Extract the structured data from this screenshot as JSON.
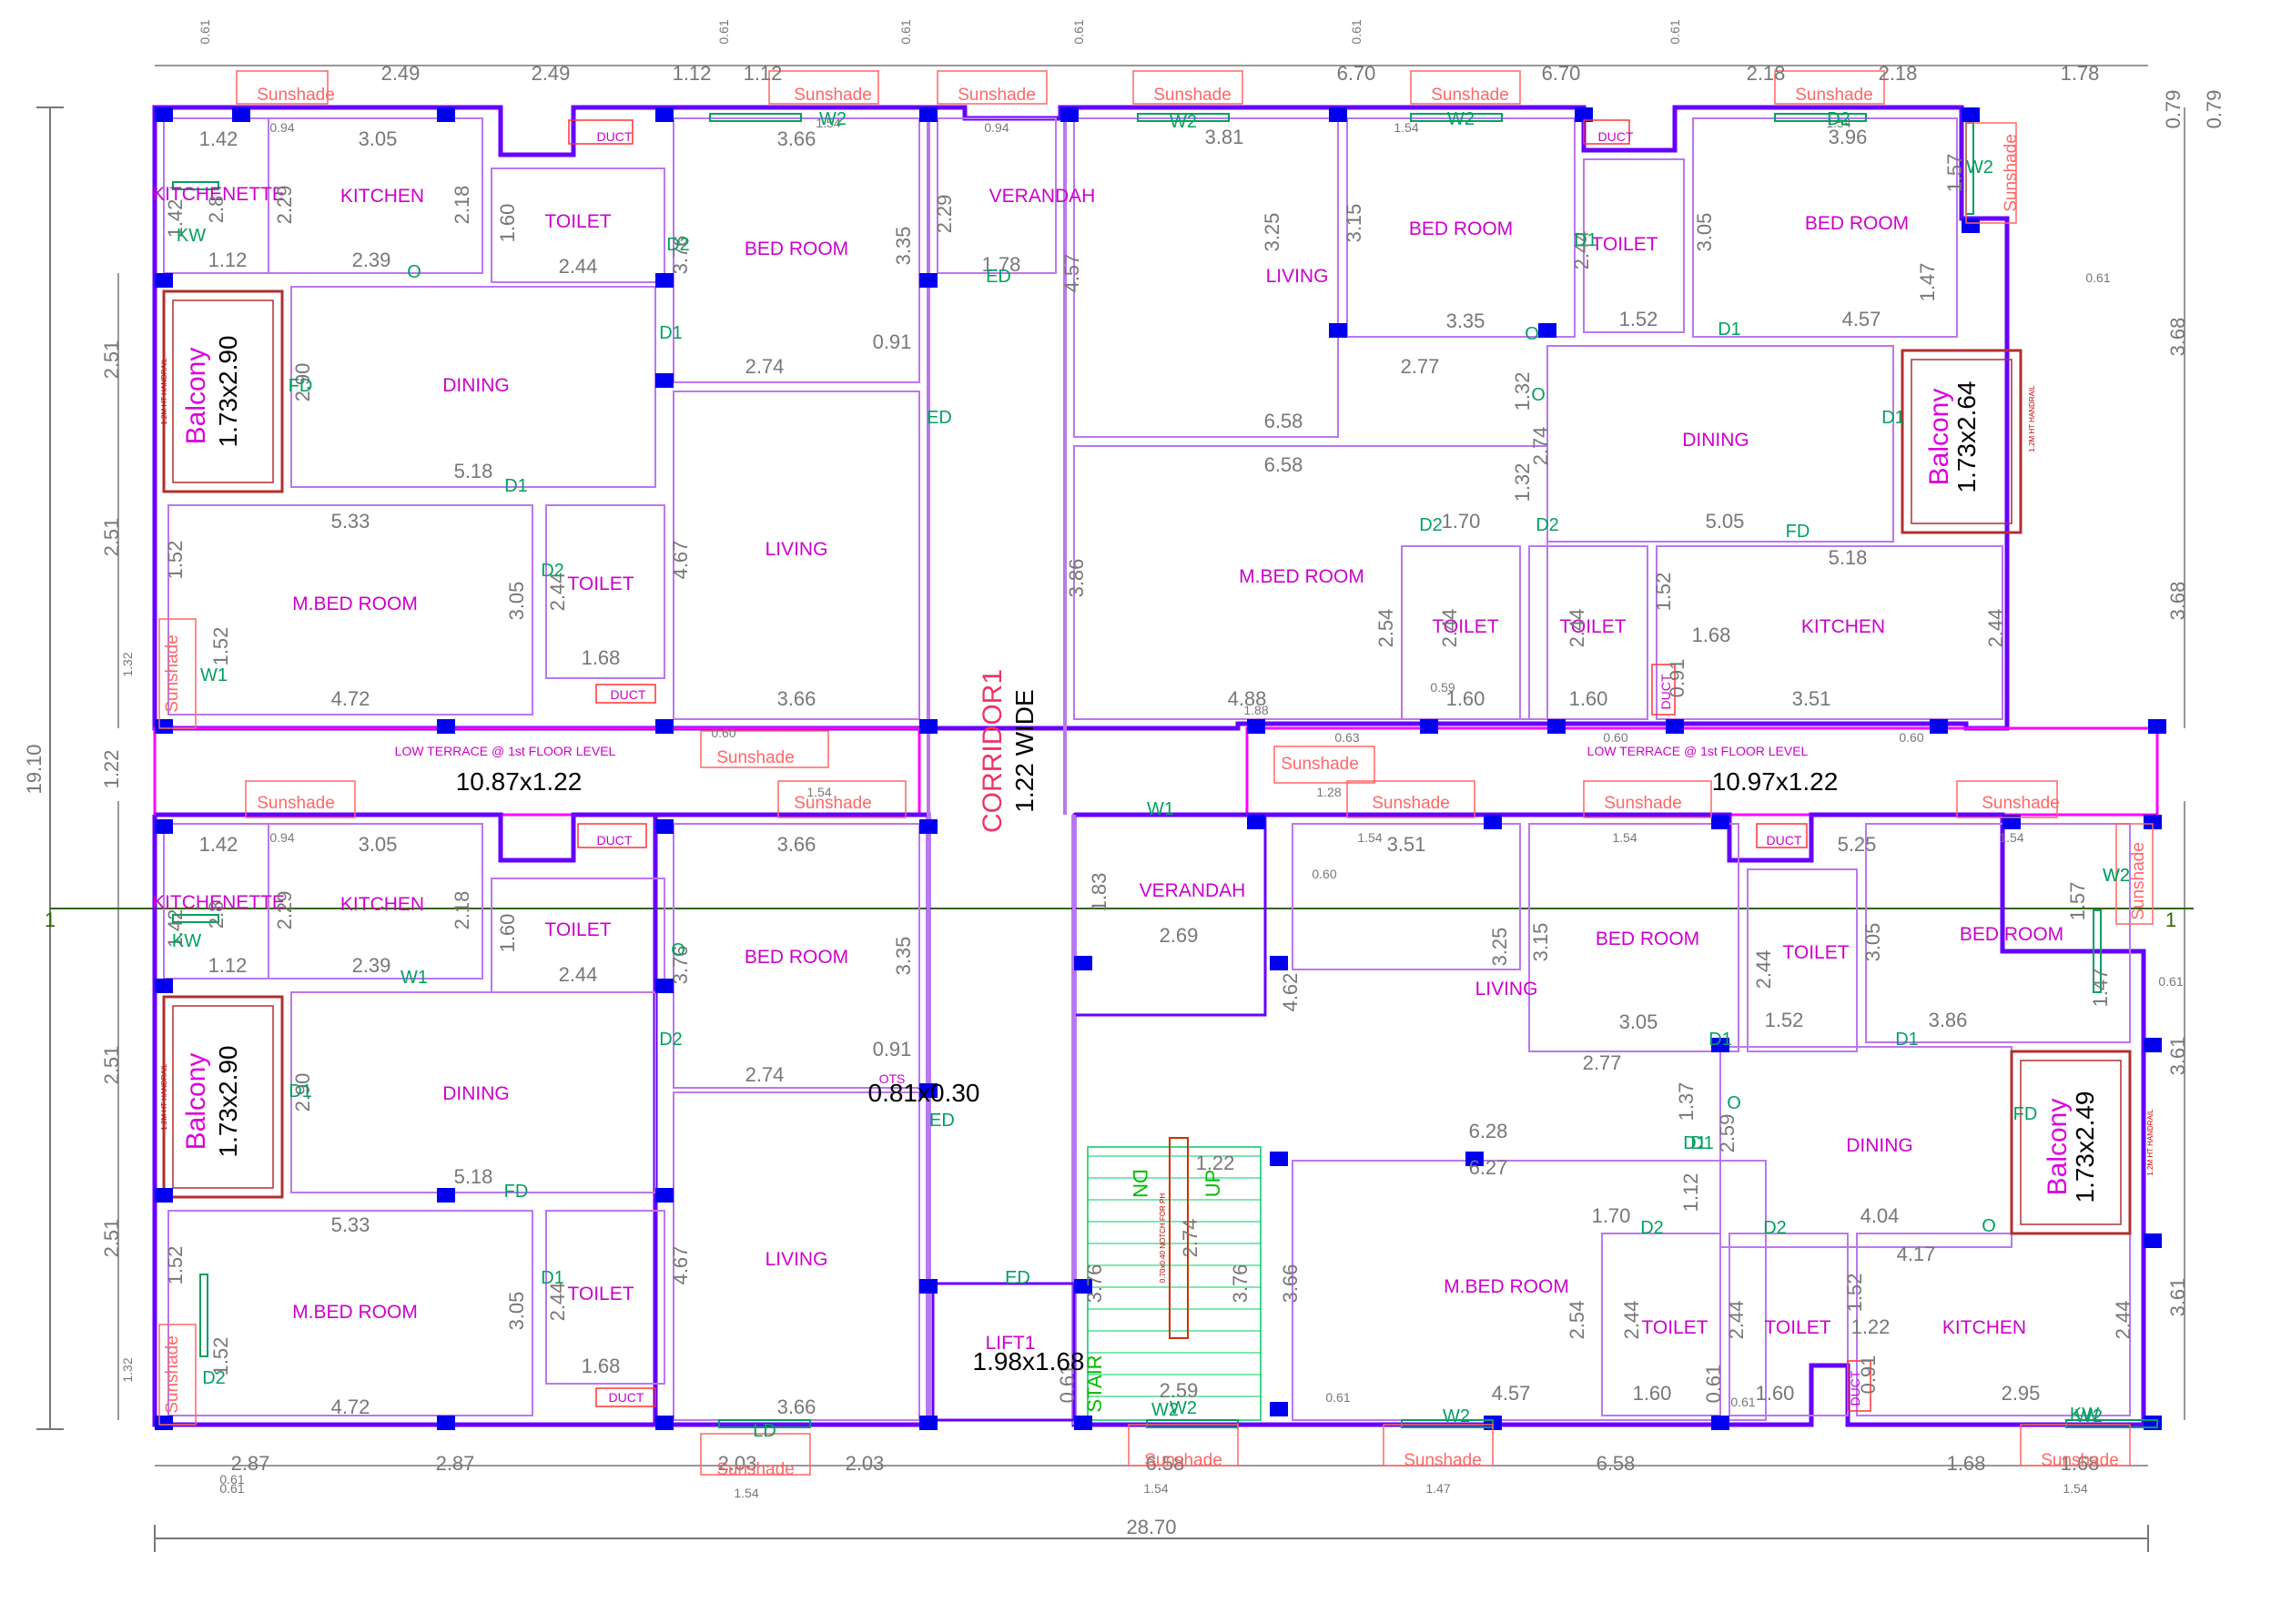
{
  "colors": {
    "outer_wall": "#6600ff",
    "inner_wall": "#bb77ee",
    "column": "#0000ee",
    "room_text": "#cc00cc",
    "dim_text": "#777777",
    "door_text": "#00a060",
    "sunshade": "#ff6666",
    "grid_line": "#336600",
    "stair": "#00cc66",
    "terrace": "#ff00ff",
    "balcony_frame": "#b03030"
  },
  "overall": {
    "height": "19.10",
    "width": "28.70",
    "grid_left": "1",
    "grid_right": "1"
  },
  "top_dims": [
    "2.49",
    "2.49",
    "1.12",
    "1.12",
    "6.70",
    "6.70",
    "2.18",
    "2.18",
    "1.78",
    "0.79",
    "0.79"
  ],
  "bottom_dims": [
    "2.87",
    "2.87",
    "2.03",
    "2.03",
    "6.58",
    "6.58",
    "1.68",
    "1.68",
    "0.61",
    "1.54",
    "1.54",
    "1.47",
    "1.54"
  ],
  "left_dims": [
    "2.51",
    "2.51",
    "1.32",
    "1.22",
    "2.51",
    "2.51",
    "1.32"
  ],
  "right_dims": [
    "3.68",
    "3.68",
    "3.61",
    "3.61",
    "0.61",
    "0.61"
  ],
  "small_marks": [
    "0.61",
    "0.61",
    "0.61",
    "0.61",
    "0.61",
    "0.61",
    "0.61",
    "0.60",
    "0.60",
    "0.63",
    "0.60",
    "0.60",
    "0.59",
    "0.94",
    "0.94",
    "0.94",
    "1.54",
    "1.54",
    "1.54",
    "1.54",
    "1.54",
    "1.54",
    "1.54",
    "1.88",
    "1.28",
    "0.61",
    "0.61"
  ],
  "rooms": [
    "KITCHENETTE",
    "KITCHEN",
    "TOILET",
    "BED ROOM",
    "VERANDAH",
    "LIVING",
    "BED ROOM",
    "TOILET",
    "BED ROOM",
    "DINING",
    "DINING",
    "M.BED ROOM",
    "TOILET",
    "LIVING",
    "M.BED ROOM",
    "TOILET",
    "TOILET",
    "KITCHEN",
    "KITCHENETTE",
    "KITCHEN",
    "TOILET",
    "BED ROOM",
    "DINING",
    "M.BED ROOM",
    "TOILET",
    "LIVING",
    "VERANDAH",
    "LIVING",
    "BED ROOM",
    "TOILET",
    "BED ROOM",
    "DINING",
    "M.BED ROOM",
    "TOILET",
    "TOILET",
    "KITCHEN",
    "LIFT1"
  ],
  "room_dims": [
    "1.42",
    "3.05",
    "2.8",
    "2.29",
    "1.42",
    "2.18",
    "1.60",
    "2.44",
    "1.12",
    "2.39",
    "3.66",
    "3.76",
    "3.35",
    "2.74",
    "0.91",
    "2.90",
    "5.18",
    "5.33",
    "1.52",
    "3.05",
    "2.44",
    "1.68",
    "1.52",
    "4.72",
    "4.67",
    "3.66",
    "2.29",
    "1.78",
    "4.57",
    "3.81",
    "3.25",
    "3.15",
    "3.35",
    "2.77",
    "2.44",
    "1.52",
    "3.96",
    "3.05",
    "1.57",
    "4.57",
    "1.47",
    "6.58",
    "6.58",
    "1.32",
    "2.74",
    "1.32",
    "1.70",
    "5.05",
    "5.18",
    "3.86",
    "2.54",
    "2.44",
    "2.44",
    "1.52",
    "1.68",
    "2.44",
    "4.88",
    "1.60",
    "1.60",
    "0.91",
    "3.51",
    "1.42",
    "3.05",
    "2.8",
    "2.29",
    "1.42",
    "2.18",
    "1.60",
    "2.44",
    "1.12",
    "2.39",
    "3.66",
    "3.76",
    "3.35",
    "2.74",
    "0.91",
    "2.90",
    "5.18",
    "5.33",
    "1.52",
    "3.05",
    "2.44",
    "1.68",
    "1.52",
    "4.72",
    "4.67",
    "3.66",
    "1.83",
    "2.69",
    "4.62",
    "3.51",
    "3.25",
    "3.15",
    "3.05",
    "2.77",
    "2.44",
    "1.52",
    "5.25",
    "3.05",
    "1.57",
    "3.86",
    "1.47",
    "6.28",
    "6.27",
    "1.37",
    "2.59",
    "1.12",
    "1.70",
    "4.04",
    "4.17",
    "3.66",
    "2.54",
    "2.44",
    "2.44",
    "1.52",
    "1.22",
    "2.44",
    "4.57",
    "1.60",
    "1.60",
    "0.91",
    "2.95",
    "2.59",
    "1.22",
    "3.76",
    "2.74",
    "3.76",
    "0.61",
    "0.61"
  ],
  "door_codes": [
    "KW",
    "O",
    "D2",
    "D1",
    "FD",
    "D1",
    "D2",
    "W1",
    "ED",
    "ED",
    "W2",
    "W2",
    "W2",
    "D2",
    "D1",
    "O",
    "D1",
    "D2",
    "D2",
    "O",
    "FD",
    "D1",
    "W2",
    "KW",
    "W1",
    "O",
    "D2",
    "D1",
    "FD",
    "D1",
    "D2",
    "W1",
    "ED",
    "ED",
    "LD",
    "W2",
    "W2",
    "W2",
    "W2",
    "D1",
    "D1",
    "D1",
    "O",
    "D1",
    "FD",
    "D2",
    "D2",
    "O",
    "KW",
    "W2",
    "W2"
  ],
  "sunshades": [
    "Sunshade",
    "Sunshade",
    "Sunshade",
    "Sunshade",
    "Sunshade",
    "Sunshade",
    "Sunshade",
    "Sunshade",
    "Sunshade",
    "Sunshade",
    "Sunshade",
    "Sunshade",
    "Sunshade",
    "Sunshade",
    "Sunshade",
    "Sunshade",
    "Sunshade",
    "Sunshade",
    "Sunshade",
    "Sunshade"
  ],
  "ducts": [
    "DUCT",
    "DUCT",
    "DUCT",
    "DUCT",
    "DUCT",
    "DUCT",
    "DUCT",
    "DUCT",
    "DUCT",
    "DUCT"
  ],
  "balconies": [
    {
      "label": "Balcony",
      "size": "1.73x2.90",
      "handrail": "1.2M HT HANDRAIL"
    },
    {
      "label": "Balcony",
      "size": "1.73x2.64",
      "handrail": "1.2M HT HANDRAIL"
    },
    {
      "label": "Balcony",
      "size": "1.73x2.90",
      "handrail": "1.2M HT HANDRAIL"
    },
    {
      "label": "Balcony",
      "size": "1.73x2.49",
      "handrail": "1.2M HT HANDRAIL"
    }
  ],
  "terraces": [
    {
      "label": "LOW TERRACE @ 1st FLOOR LEVEL",
      "size": "10.87x1.22"
    },
    {
      "label": "LOW TERRACE @ 1st FLOOR LEVEL",
      "size": "10.97x1.22"
    }
  ],
  "corridor": {
    "name": "CORRIDOR1",
    "width": "1.22 WIDE"
  },
  "ots": {
    "label": "OTS",
    "size": "0.81x0.30"
  },
  "lift": {
    "size": "1.98x1.68"
  },
  "stair": {
    "up": "UP",
    "dn": "DN",
    "label": "STAIR",
    "note": "0.70x0.40 NOTCH FOR PH"
  }
}
